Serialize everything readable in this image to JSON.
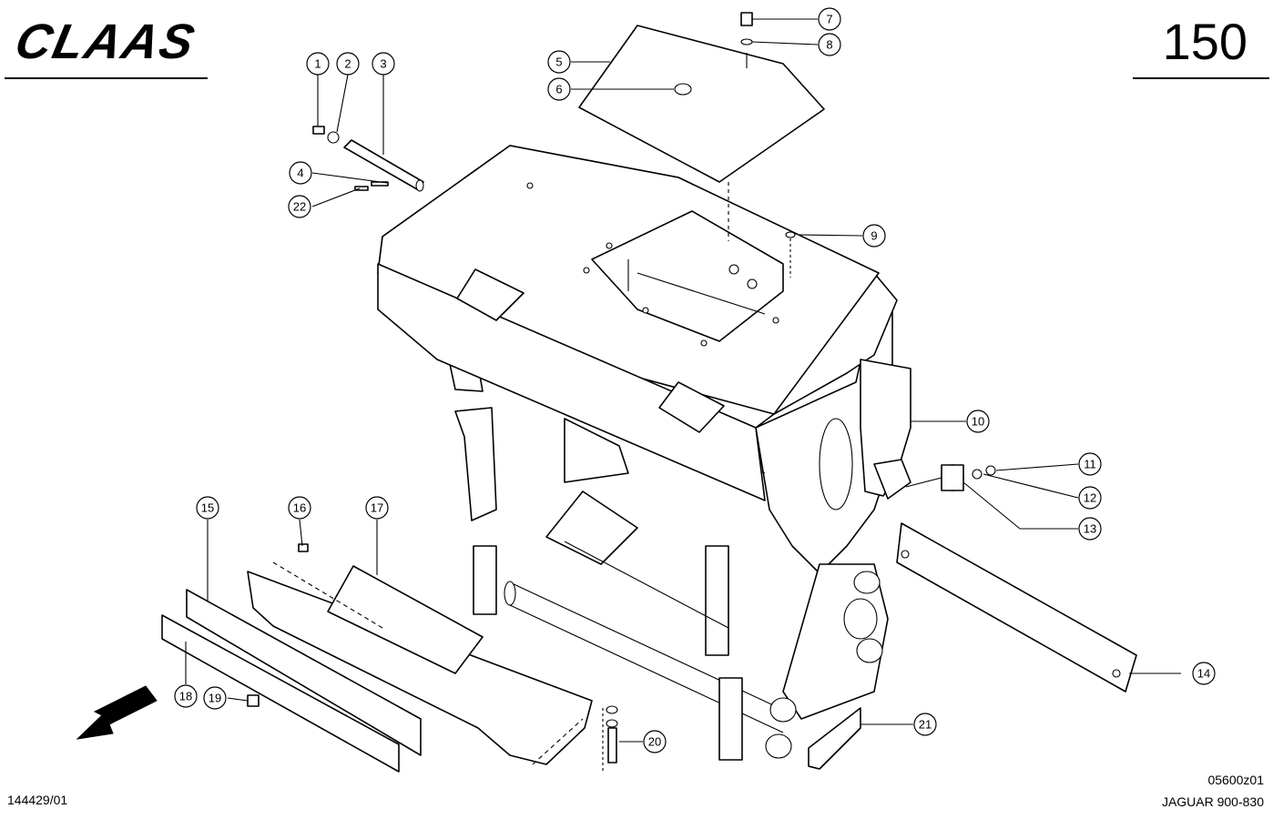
{
  "header": {
    "brand": "CLAAS",
    "page_number": "150"
  },
  "footer": {
    "document_ref": "144429/01",
    "drawing_ref": "05600z01",
    "model": "JAGUAR 900-830"
  },
  "callouts": [
    {
      "id": "c1",
      "label": "1"
    },
    {
      "id": "c2",
      "label": "2"
    },
    {
      "id": "c3",
      "label": "3"
    },
    {
      "id": "c4",
      "label": "4"
    },
    {
      "id": "c5",
      "label": "5"
    },
    {
      "id": "c6",
      "label": "6"
    },
    {
      "id": "c7",
      "label": "7"
    },
    {
      "id": "c8",
      "label": "8"
    },
    {
      "id": "c9",
      "label": "9"
    },
    {
      "id": "c10",
      "label": "10"
    },
    {
      "id": "c11",
      "label": "11"
    },
    {
      "id": "c12",
      "label": "12"
    },
    {
      "id": "c13",
      "label": "13"
    },
    {
      "id": "c14",
      "label": "14"
    },
    {
      "id": "c15",
      "label": "15"
    },
    {
      "id": "c16",
      "label": "16"
    },
    {
      "id": "c17",
      "label": "17"
    },
    {
      "id": "c18",
      "label": "18"
    },
    {
      "id": "c19",
      "label": "19"
    },
    {
      "id": "c20",
      "label": "20"
    },
    {
      "id": "c21",
      "label": "21"
    },
    {
      "id": "c22",
      "label": "22"
    }
  ]
}
